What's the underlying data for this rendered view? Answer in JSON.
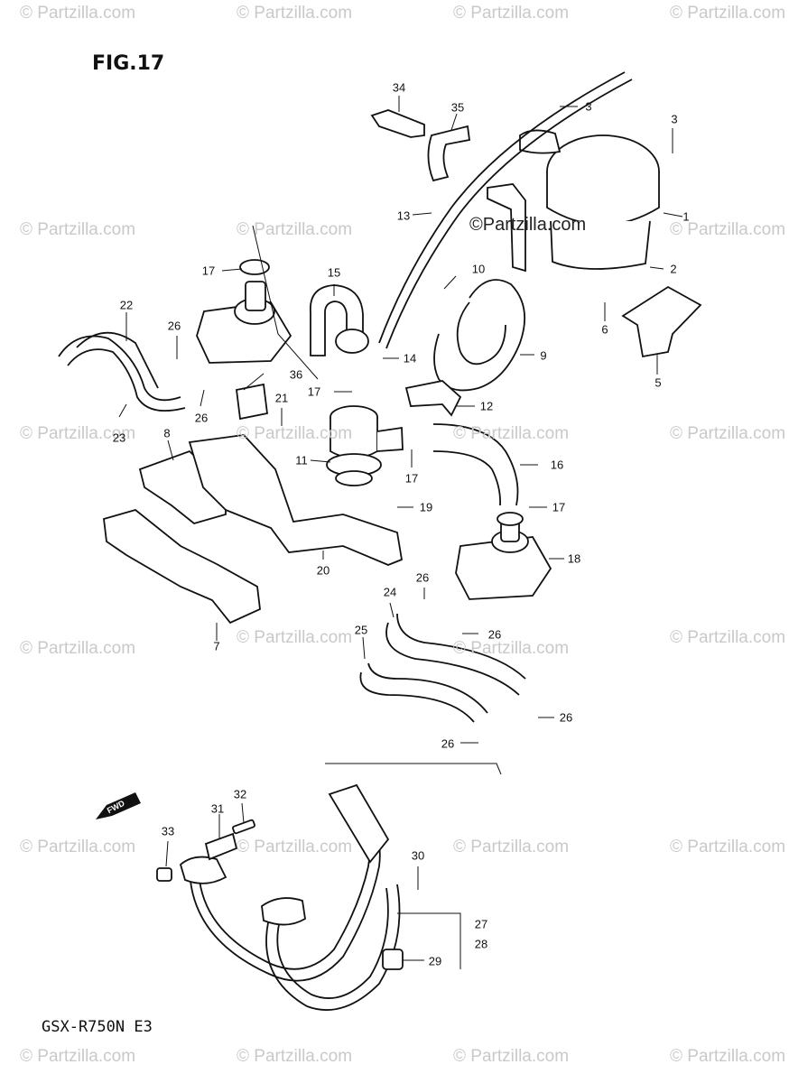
{
  "figure": {
    "title": "FIG.17",
    "model": "GSX-R750N E3",
    "fwd_label": "FWD"
  },
  "watermark": {
    "text": "© Partzilla.com",
    "central_text": "©Partzilla.com",
    "color": "#c9c9c9"
  },
  "callouts": {
    "c1": "1",
    "c2": "2",
    "c3a": "3",
    "c3b": "3",
    "c5": "5",
    "c6": "6",
    "c7": "7",
    "c8": "8",
    "c9": "9",
    "c10": "10",
    "c11": "11",
    "c12": "12",
    "c13": "13",
    "c14": "14",
    "c15": "15",
    "c16": "16",
    "c17a": "17",
    "c17b": "17",
    "c17c": "17",
    "c17d": "17",
    "c18": "18",
    "c19": "19",
    "c20": "20",
    "c21": "21",
    "c22": "22",
    "c23": "23",
    "c24": "24",
    "c25": "25",
    "c26a": "26",
    "c26b": "26",
    "c26c": "26",
    "c26d": "26",
    "c26e": "26",
    "c27": "27",
    "c28": "28",
    "c29": "29",
    "c30": "30",
    "c31": "31",
    "c32": "32",
    "c33": "33",
    "c34": "34",
    "c35": "35",
    "c36": "36"
  }
}
